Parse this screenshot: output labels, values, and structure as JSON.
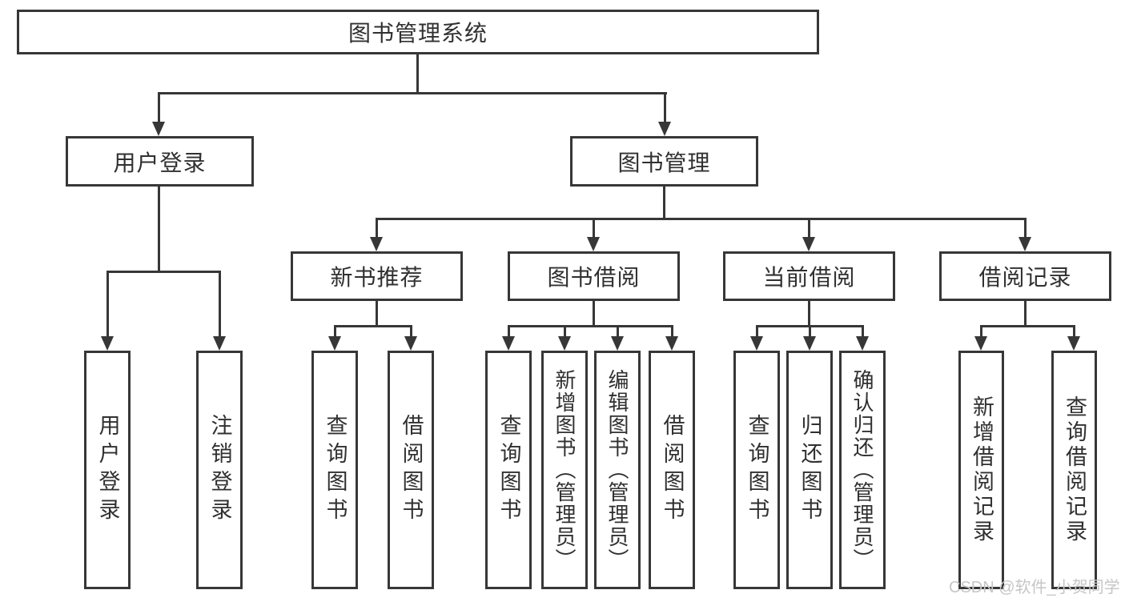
{
  "diagram": {
    "type": "hierarchy-tree",
    "title": "图书管理系统",
    "branches": [
      {
        "label": "用户登录",
        "children": [
          {
            "label": "用户登录"
          },
          {
            "label": "注销登录"
          }
        ]
      },
      {
        "label": "图书管理",
        "children": [
          {
            "label": "新书推荐",
            "children": [
              {
                "label": "查询图书"
              },
              {
                "label": "借阅图书"
              }
            ]
          },
          {
            "label": "图书借阅",
            "children": [
              {
                "label": "查询图书"
              },
              {
                "label": "新增图书（管理员）"
              },
              {
                "label": "编辑图书（管理员）"
              },
              {
                "label": "借阅图书"
              }
            ]
          },
          {
            "label": "当前借阅",
            "children": [
              {
                "label": "查询图书"
              },
              {
                "label": "归还图书"
              },
              {
                "label": "确认归还（管理员）"
              }
            ]
          },
          {
            "label": "借阅记录",
            "children": [
              {
                "label": "新增借阅记录"
              },
              {
                "label": "查询借阅记录"
              }
            ]
          }
        ]
      }
    ]
  },
  "watermark": {
    "text": "CSDN @软件_小贺同学"
  },
  "colors": {
    "line": "#373737",
    "text": "#303030",
    "watermark": "#c6c6c6",
    "background": "#ffffff"
  }
}
